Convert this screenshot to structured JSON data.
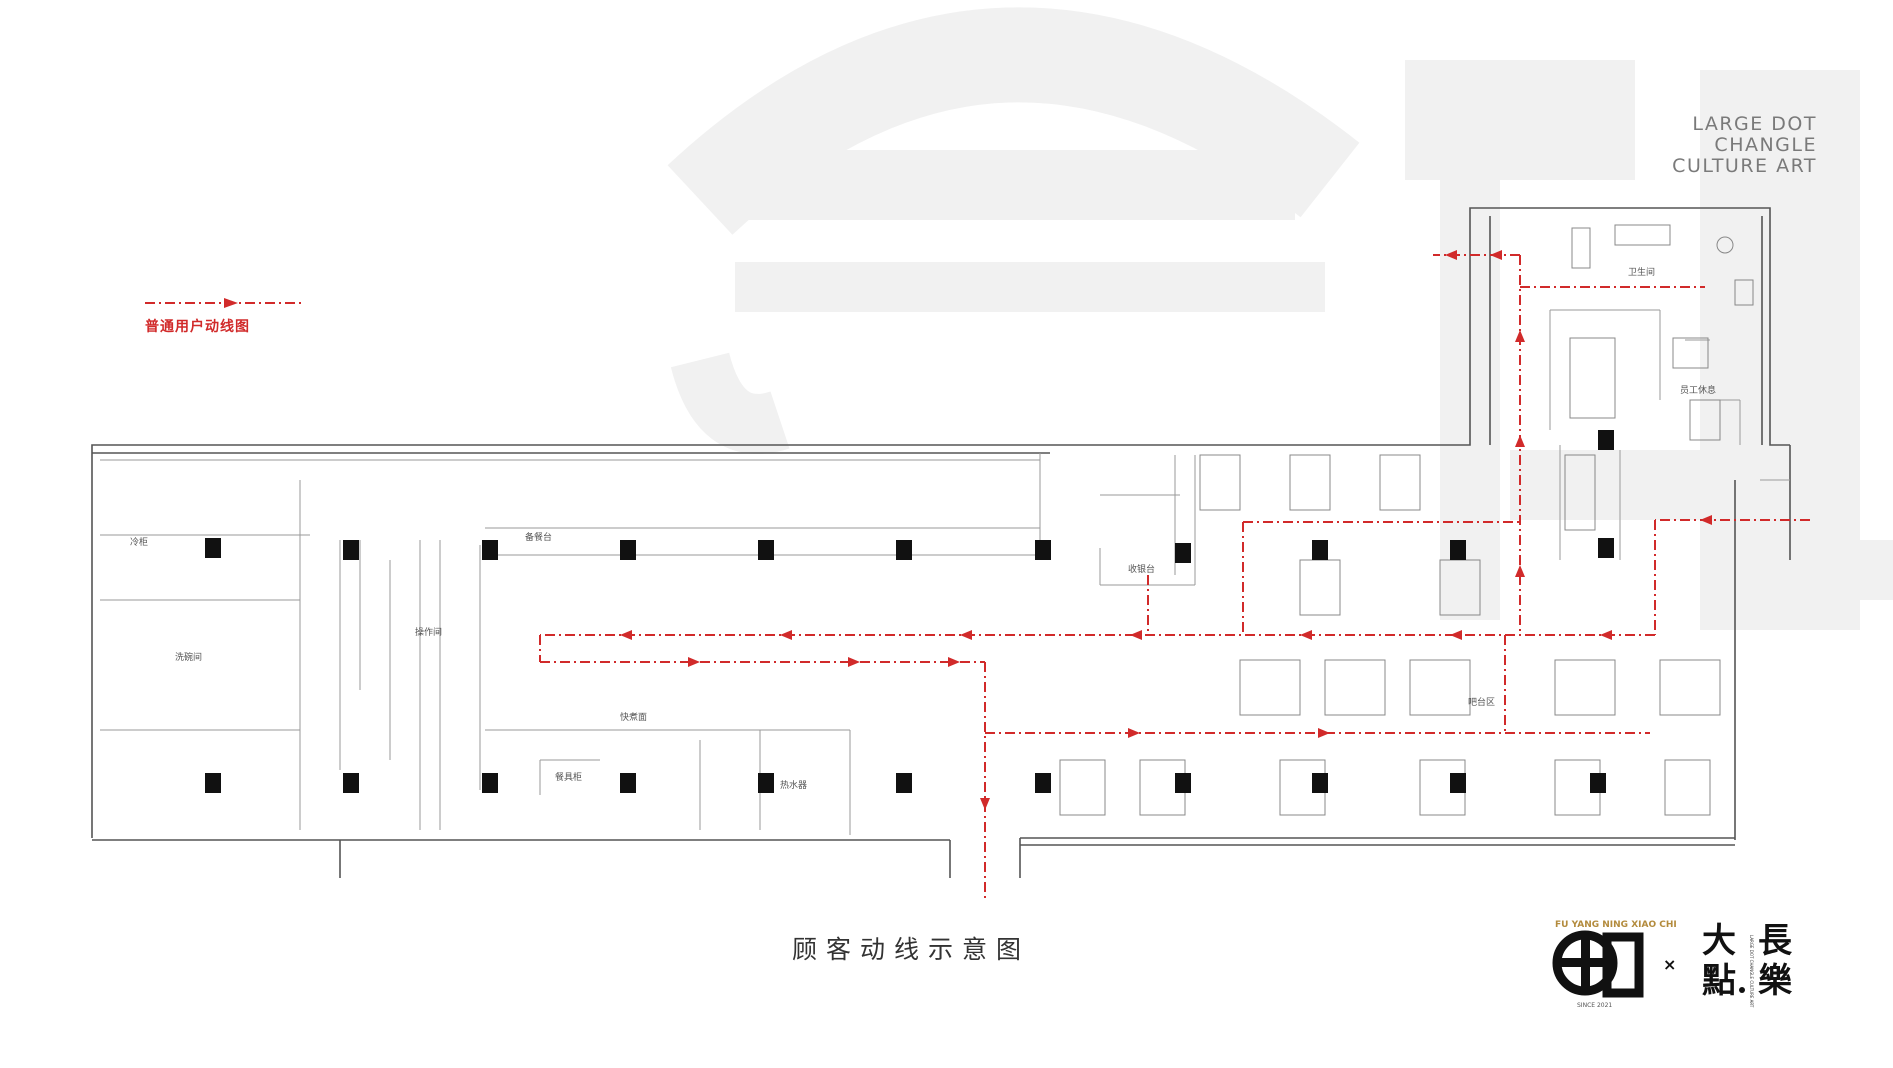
{
  "brand": {
    "lines": [
      "LARGE DOT",
      "CHANGLE",
      "CULTURE ART"
    ]
  },
  "legend": {
    "label": "普通用户动线图",
    "color": "#d12a2a"
  },
  "caption": "顾客动线示意图",
  "logos": {
    "left_arc_text": "FU YANG NING XIAO CHI",
    "left_since": "SINCE 2021",
    "separator": "×",
    "right_chars": [
      "大",
      "長",
      "點",
      "樂"
    ],
    "right_vertical_text": "LARGE DOT CHANGLE CULTURE ART"
  },
  "colors": {
    "flow_line": "#d12a2a",
    "wall": "#555555",
    "thin_line": "#9a9a9a",
    "column": "#111111",
    "watermark": "#f1f1f1",
    "brand_text": "#7a7a7a"
  },
  "room_labels": [
    "卫生间",
    "员工休息",
    "收银台",
    "吧台区",
    "快煮面",
    "备餐台",
    "冷柜",
    "洗碗间",
    "操作间",
    "热水器",
    "餐具柜"
  ]
}
